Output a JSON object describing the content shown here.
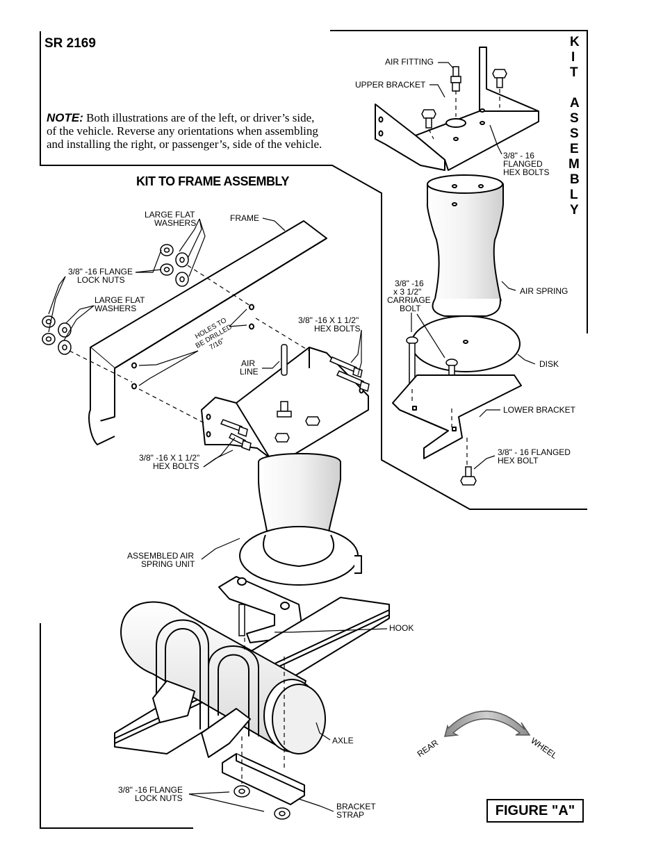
{
  "header": {
    "model": "SR 2169"
  },
  "note": {
    "keyword": "NOTE:",
    "text": "Both illustrations are of the left, or driver’s side, of the vehicle.  Reverse any orientations when assembling and installing the right, or passenger’s, side of the vehicle."
  },
  "kit_to_frame": {
    "heading": "KIT TO FRAME ASSEMBLY"
  },
  "kit_assembly": {
    "heading_letters": [
      "K",
      "I",
      "T",
      "",
      "A",
      "S",
      "S",
      "E",
      "M",
      "B",
      "L",
      "Y"
    ]
  },
  "labels": {
    "air_fitting": "AIR FITTING",
    "upper_bracket": "UPPER BRACKET",
    "flanged_hex_bolts_1": "3/8\" - 16",
    "flanged_hex_bolts_2": "FLANGED",
    "flanged_hex_bolts_3": "HEX BOLTS",
    "large_flat_washers_top_1": "LARGE FLAT",
    "large_flat_washers_top_2": "WASHERS",
    "frame": "FRAME",
    "lock_nuts_top_1": "3/8\" -16 FLANGE",
    "lock_nuts_top_2": "LOCK NUTS",
    "large_flat_washers_left_1": "LARGE FLAT",
    "large_flat_washers_left_2": "WASHERS",
    "holes_1": "HOLES TO",
    "holes_2": "BE DRILLED",
    "holes_3": "7/16\"",
    "hex_bolts_right_1": "3/8\" -16 X 1 1/2\"",
    "hex_bolts_right_2": "HEX BOLTS",
    "air_line_1": "AIR",
    "air_line_2": "LINE",
    "carriage_1": "3/8\" -16",
    "carriage_2": "x 3 1/2\"",
    "carriage_3": "CARRIAGE",
    "carriage_4": "BOLT",
    "air_spring": "AIR SPRING",
    "disk": "DISK",
    "lower_bracket": "LOWER BRACKET",
    "flanged_hex_bolt_1": "3/8\" - 16 FLANGED",
    "flanged_hex_bolt_2": "HEX BOLT",
    "hex_bolts_left_1": "3/8\" -16 X 1 1/2\"",
    "hex_bolts_left_2": "HEX BOLTS",
    "assembled_1": "ASSEMBLED AIR",
    "assembled_2": "SPRING UNIT",
    "hook": "HOOK",
    "axle": "AXLE",
    "lock_nuts_bottom_1": "3/8\" -16 FLANGE",
    "lock_nuts_bottom_2": "LOCK NUTS",
    "bracket_strap_1": "BRACKET",
    "bracket_strap_2": "STRAP",
    "rear": "REAR",
    "wheel": "WHEEL"
  },
  "figure_label": "FIGURE \"A\"",
  "colors": {
    "ink": "#000000",
    "arrow_fill": "#9a9a9a",
    "paper": "#ffffff"
  }
}
